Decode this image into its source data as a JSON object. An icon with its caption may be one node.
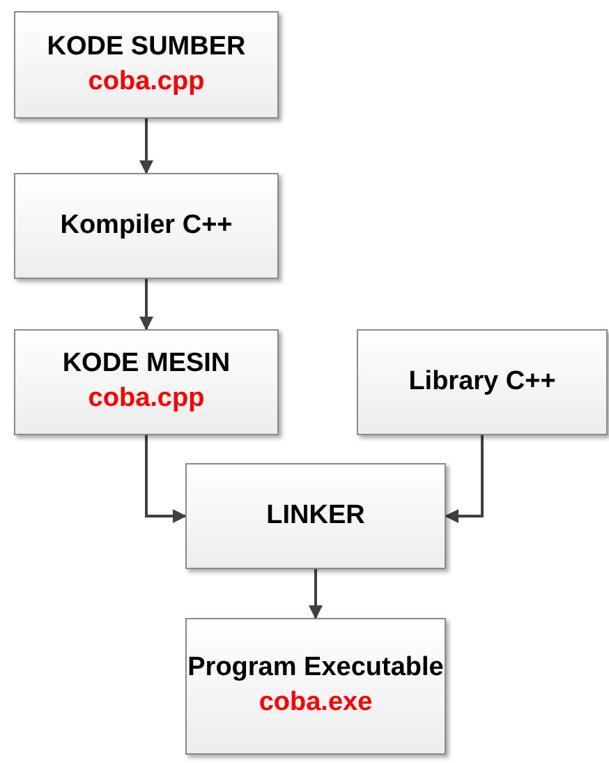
{
  "diagram": {
    "nodes": [
      {
        "text": [
          "KODE SUMBER",
          "coba.cpp"
        ]
      },
      {
        "text": [
          "Kompiler C++"
        ]
      },
      {
        "text": [
          "KODE MESIN",
          "coba.cpp"
        ]
      },
      {
        "text": [
          "Library C++"
        ]
      },
      {
        "text": [
          "LINKER"
        ]
      },
      {
        "text": [
          "Program Executable",
          "coba.exe"
        ]
      }
    ],
    "edges": [
      {
        "from": 0,
        "to": 1,
        "arrow": "to"
      },
      {
        "from": 1,
        "to": 2,
        "arrow": "to"
      },
      {
        "from": 2,
        "to": 4,
        "arrow": "to"
      },
      {
        "from": 3,
        "to": 4,
        "arrow": "to"
      },
      {
        "from": 4,
        "to": 5,
        "arrow": "to"
      }
    ]
  }
}
